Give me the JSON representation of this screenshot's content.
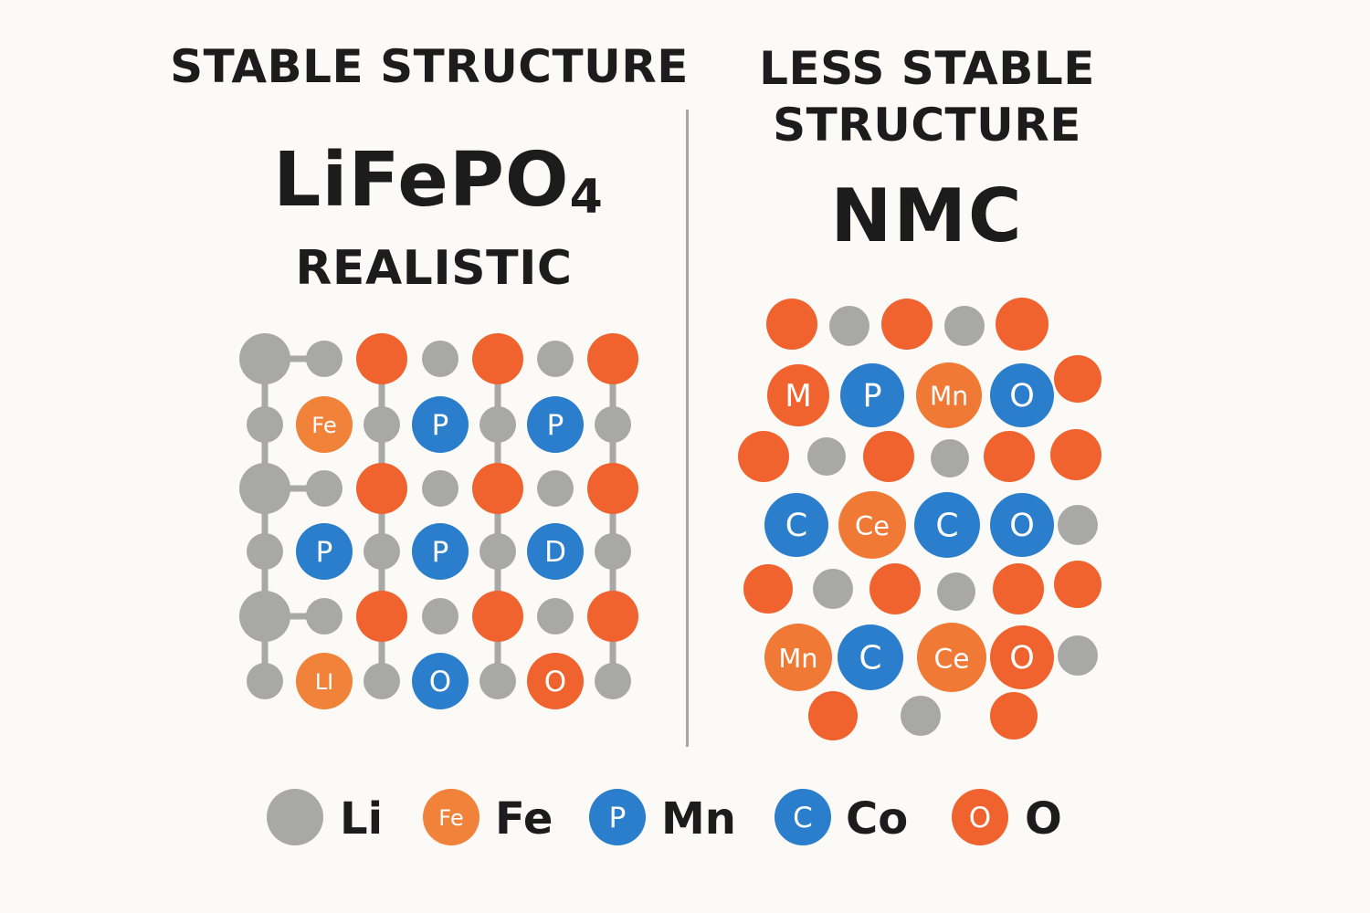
{
  "colors": {
    "li": "#a8a8a6",
    "fe": "#f0823a",
    "mn": "#2a7ecc",
    "o": "#f0622e",
    "orange": "#f07a35",
    "bond": "#a8a8a6",
    "text": "#1c1c1c",
    "divider": "#a7a7a7"
  },
  "left": {
    "header": "STABLE STRUCTURE",
    "formula_main": "LiFePO",
    "formula_sub": "4",
    "subtitle": "REALISTIC",
    "atoms": [
      {
        "col": 0,
        "row": 0,
        "type": "li",
        "big": true,
        "label": ""
      },
      {
        "col": 1,
        "row": 0,
        "type": "li",
        "label": ""
      },
      {
        "col": 2,
        "row": 0,
        "type": "o",
        "label": ""
      },
      {
        "col": 3,
        "row": 0,
        "type": "li",
        "label": ""
      },
      {
        "col": 4,
        "row": 0,
        "type": "o",
        "label": ""
      },
      {
        "col": 5,
        "row": 0,
        "type": "li",
        "label": ""
      },
      {
        "col": 6,
        "row": 0,
        "type": "o",
        "label": ""
      },
      {
        "col": 0,
        "row": 1,
        "type": "li",
        "label": ""
      },
      {
        "col": 1,
        "row": 1,
        "type": "fe",
        "label": "Fe"
      },
      {
        "col": 2,
        "row": 1,
        "type": "li",
        "label": ""
      },
      {
        "col": 3,
        "row": 1,
        "type": "mn",
        "label": "P"
      },
      {
        "col": 4,
        "row": 1,
        "type": "li",
        "label": ""
      },
      {
        "col": 5,
        "row": 1,
        "type": "mn",
        "label": "P"
      },
      {
        "col": 6,
        "row": 1,
        "type": "li",
        "label": ""
      },
      {
        "col": 0,
        "row": 2,
        "type": "li",
        "big": true,
        "label": ""
      },
      {
        "col": 1,
        "row": 2,
        "type": "li",
        "label": ""
      },
      {
        "col": 2,
        "row": 2,
        "type": "o",
        "label": ""
      },
      {
        "col": 3,
        "row": 2,
        "type": "li",
        "label": ""
      },
      {
        "col": 4,
        "row": 2,
        "type": "o",
        "label": ""
      },
      {
        "col": 5,
        "row": 2,
        "type": "li",
        "label": ""
      },
      {
        "col": 6,
        "row": 2,
        "type": "o",
        "label": ""
      },
      {
        "col": 0,
        "row": 3,
        "type": "li",
        "label": ""
      },
      {
        "col": 1,
        "row": 3,
        "type": "mn",
        "label": "P"
      },
      {
        "col": 2,
        "row": 3,
        "type": "li",
        "label": ""
      },
      {
        "col": 3,
        "row": 3,
        "type": "mn",
        "label": "P"
      },
      {
        "col": 4,
        "row": 3,
        "type": "li",
        "label": ""
      },
      {
        "col": 5,
        "row": 3,
        "type": "mn",
        "label": "D"
      },
      {
        "col": 6,
        "row": 3,
        "type": "li",
        "label": ""
      },
      {
        "col": 0,
        "row": 4,
        "type": "li",
        "big": true,
        "label": ""
      },
      {
        "col": 1,
        "row": 4,
        "type": "li",
        "label": ""
      },
      {
        "col": 2,
        "row": 4,
        "type": "o",
        "label": ""
      },
      {
        "col": 3,
        "row": 4,
        "type": "li",
        "label": ""
      },
      {
        "col": 4,
        "row": 4,
        "type": "o",
        "label": ""
      },
      {
        "col": 5,
        "row": 4,
        "type": "li",
        "label": ""
      },
      {
        "col": 6,
        "row": 4,
        "type": "o",
        "label": ""
      },
      {
        "col": 0,
        "row": 5,
        "type": "li",
        "label": ""
      },
      {
        "col": 1,
        "row": 5,
        "type": "fe",
        "label": "LI"
      },
      {
        "col": 2,
        "row": 5,
        "type": "li",
        "label": ""
      },
      {
        "col": 3,
        "row": 5,
        "type": "mn",
        "label": "O"
      },
      {
        "col": 4,
        "row": 5,
        "type": "li",
        "label": ""
      },
      {
        "col": 5,
        "row": 5,
        "type": "o",
        "label": "O"
      },
      {
        "col": 6,
        "row": 5,
        "type": "li",
        "label": ""
      }
    ]
  },
  "right": {
    "header_line1": "LESS STABLE",
    "header_line2": "STRUCTURE",
    "formula": "NMC",
    "atoms": [
      {
        "type": "o",
        "label": ""
      },
      {
        "type": "li",
        "label": ""
      },
      {
        "type": "o",
        "label": ""
      },
      {
        "type": "li",
        "label": ""
      },
      {
        "type": "o",
        "label": ""
      },
      {
        "type": "o",
        "label": "M"
      },
      {
        "type": "mn",
        "label": "P"
      },
      {
        "type": "orange",
        "label": "Mn"
      },
      {
        "type": "mn",
        "label": "O"
      },
      {
        "type": "o",
        "label": ""
      },
      {
        "type": "o",
        "label": ""
      },
      {
        "type": "li",
        "label": ""
      },
      {
        "type": "o",
        "label": ""
      },
      {
        "type": "li",
        "label": ""
      },
      {
        "type": "o",
        "label": ""
      },
      {
        "type": "o",
        "label": ""
      },
      {
        "type": "mn",
        "label": "C"
      },
      {
        "type": "orange",
        "label": "Ce"
      },
      {
        "type": "mn",
        "label": "C"
      },
      {
        "type": "mn",
        "label": "O"
      },
      {
        "type": "li",
        "label": ""
      },
      {
        "type": "o",
        "label": ""
      },
      {
        "type": "li",
        "label": ""
      },
      {
        "type": "o",
        "label": ""
      },
      {
        "type": "li",
        "label": ""
      },
      {
        "type": "o",
        "label": ""
      },
      {
        "type": "o",
        "label": ""
      },
      {
        "type": "orange",
        "label": "Mn"
      },
      {
        "type": "mn",
        "label": "C"
      },
      {
        "type": "orange",
        "label": "Ce"
      },
      {
        "type": "o",
        "label": "O"
      },
      {
        "type": "li",
        "label": ""
      },
      {
        "type": "o",
        "label": ""
      },
      {
        "type": "li",
        "label": ""
      },
      {
        "type": "o",
        "label": ""
      }
    ]
  },
  "legend": [
    {
      "type": "li",
      "symbol": "",
      "name": "Li"
    },
    {
      "type": "fe",
      "symbol": "Fe",
      "name": "Fe"
    },
    {
      "type": "mn",
      "symbol": "P",
      "name": "Mn"
    },
    {
      "type": "mn",
      "symbol": "C",
      "name": "Co"
    },
    {
      "type": "o",
      "symbol": "O",
      "name": "O"
    }
  ]
}
